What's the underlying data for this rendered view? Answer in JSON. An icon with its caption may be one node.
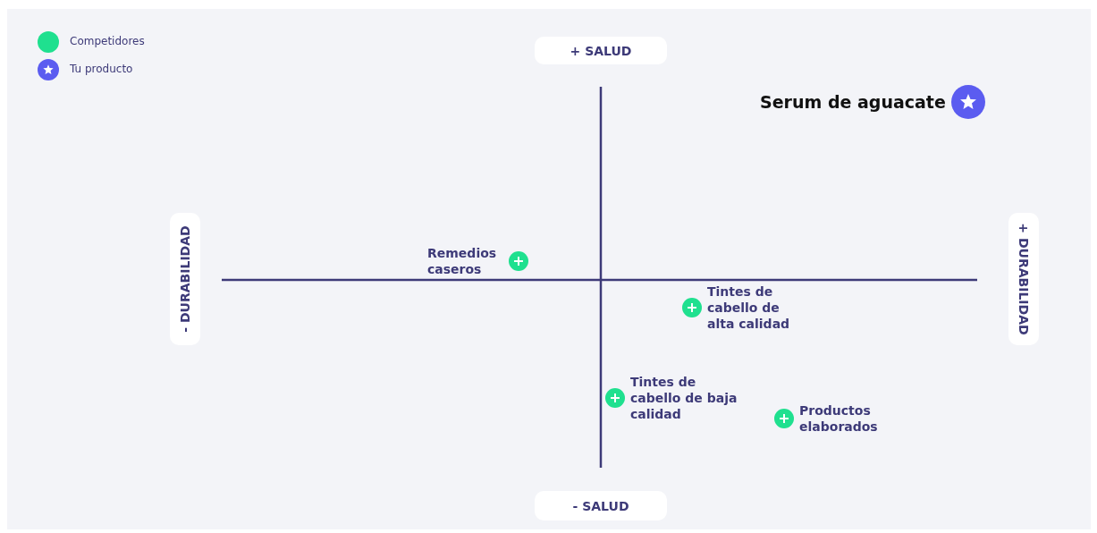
{
  "diagram": {
    "nodes": [
      {
        "text": [
          "Serum de aguacate"
        ]
      },
      {
        "text": [
          "Remedios caseros"
        ]
      },
      {
        "text": [
          "Tintes de cabello de alta calidad"
        ]
      },
      {
        "text": [
          "Tintes de cabello de baja calidad"
        ]
      },
      {
        "text": [
          "Productos elaborados"
        ]
      }
    ],
    "labels": [
      "+ SALUD",
      "- DURABILIDAD",
      "+ DURABILIDAD",
      "- SALUD"
    ],
    "legend": [
      {
        "text": "Competidores",
        "color": "#1fe08f"
      },
      {
        "text": "Tu producto",
        "color": "#5b5cf0"
      }
    ]
  }
}
